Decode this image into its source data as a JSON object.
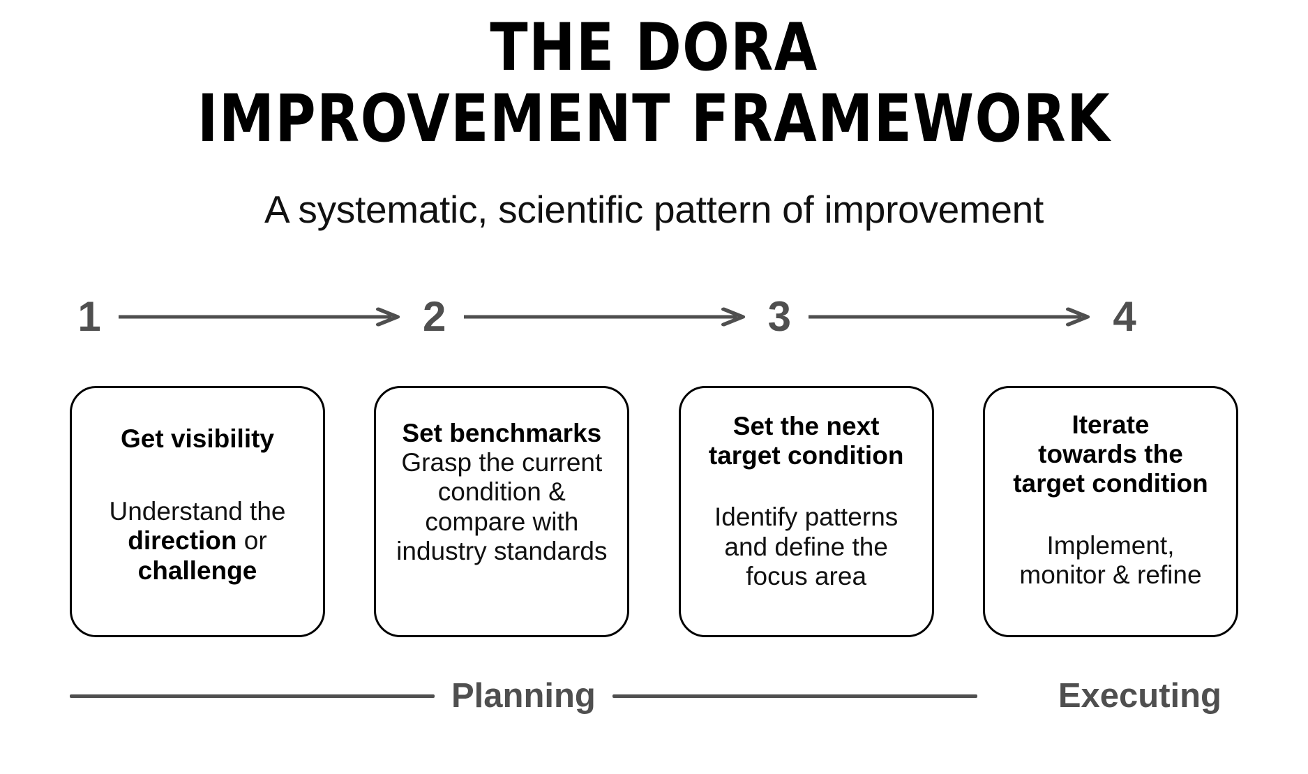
{
  "header": {
    "title_line1": "THE DORA",
    "title_line2": "IMPROVEMENT FRAMEWORK",
    "subtitle": "A systematic, scientific pattern of improvement"
  },
  "steps": [
    {
      "number": "1"
    },
    {
      "number": "2"
    },
    {
      "number": "3"
    },
    {
      "number": "4"
    }
  ],
  "cards": [
    {
      "heading": "Get visibility",
      "body_pre": "Understand the",
      "body_bold1": "direction",
      "body_mid": " or ",
      "body_bold2": "challenge"
    },
    {
      "heading": "Set benchmarks",
      "body": "Grasp the current condition & compare with industry standards"
    },
    {
      "heading_line1": "Set the next",
      "heading_line2": "target condition",
      "body": "Identify patterns and define the focus area"
    },
    {
      "heading_line1": "Iterate",
      "heading_line2": "towards the",
      "heading_line3": "target condition",
      "body": "Implement, monitor & refine"
    }
  ],
  "phases": {
    "planning": "Planning",
    "executing": "Executing"
  },
  "colors": {
    "accent_gray": "#4f4f4f",
    "ink": "#000000",
    "background": "#ffffff"
  }
}
